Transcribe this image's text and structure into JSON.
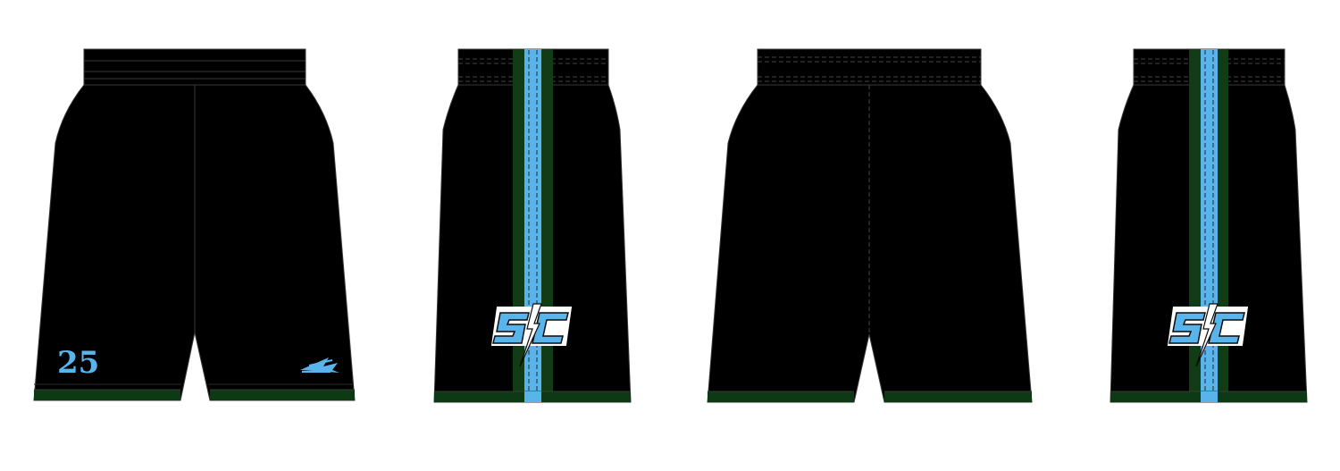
{
  "colors": {
    "body": "#000000",
    "trim_green": "#0d3a14",
    "stripe_green": "#123c16",
    "accent_blue": "#5ab4ec",
    "outline": "#3a3a3a",
    "background": "#ffffff"
  },
  "front_view": {
    "player_number": "25",
    "brand_logo": "trident-wing-logo"
  },
  "side_view_left": {
    "team_logo": "sc-lightning-logo"
  },
  "back_view": {},
  "side_view_right": {
    "team_logo": "sc-lightning-logo"
  }
}
